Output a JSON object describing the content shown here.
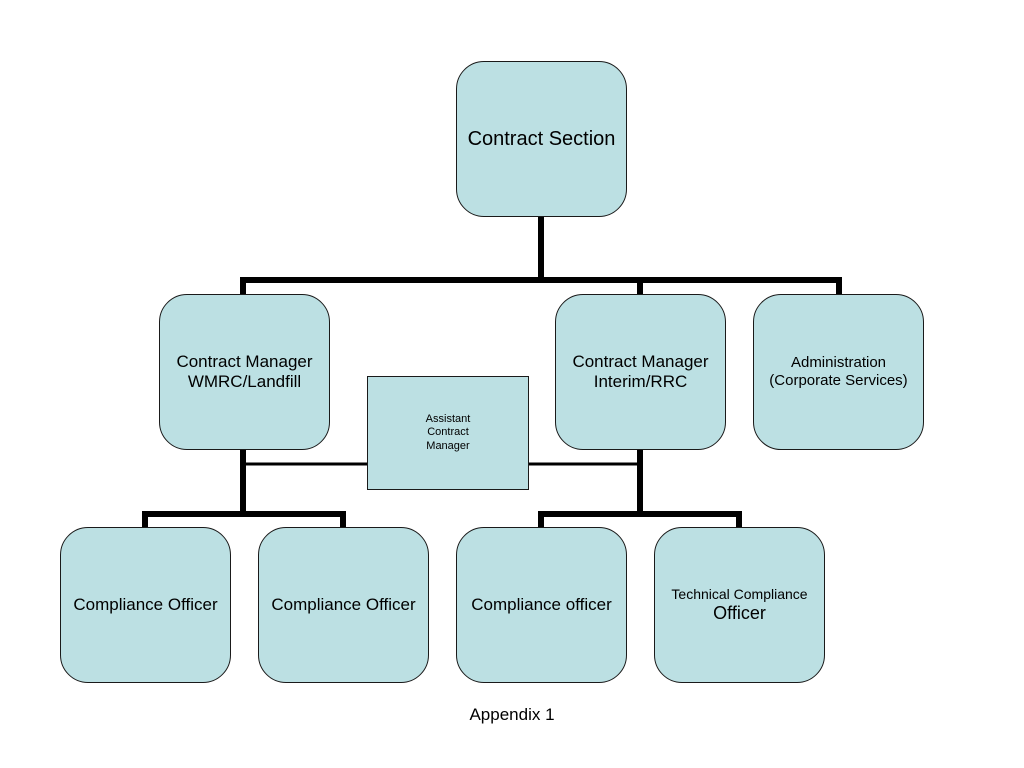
{
  "diagram": {
    "root": {
      "label": "Contract Section"
    },
    "managers": [
      {
        "line1": "Contract Manager",
        "line2": "WMRC/Landfill"
      },
      {
        "line1": "Contract Manager",
        "line2": "Interim/RRC"
      },
      {
        "line1": "Administration",
        "line2": "(Corporate Services)"
      }
    ],
    "assistant": {
      "line1": "Assistant",
      "line2": "Contract",
      "line3": "Manager"
    },
    "officers": [
      {
        "label": "Compliance Officer"
      },
      {
        "label": "Compliance Officer"
      },
      {
        "label": "Compliance officer"
      },
      {
        "line1": "Technical Compliance",
        "line2": "Officer"
      }
    ]
  },
  "footer": {
    "text": "Appendix 1"
  },
  "colors": {
    "box_fill": "#bce0e3",
    "box_border": "#1a1a1a",
    "connector": "#000000",
    "background": "#ffffff"
  }
}
